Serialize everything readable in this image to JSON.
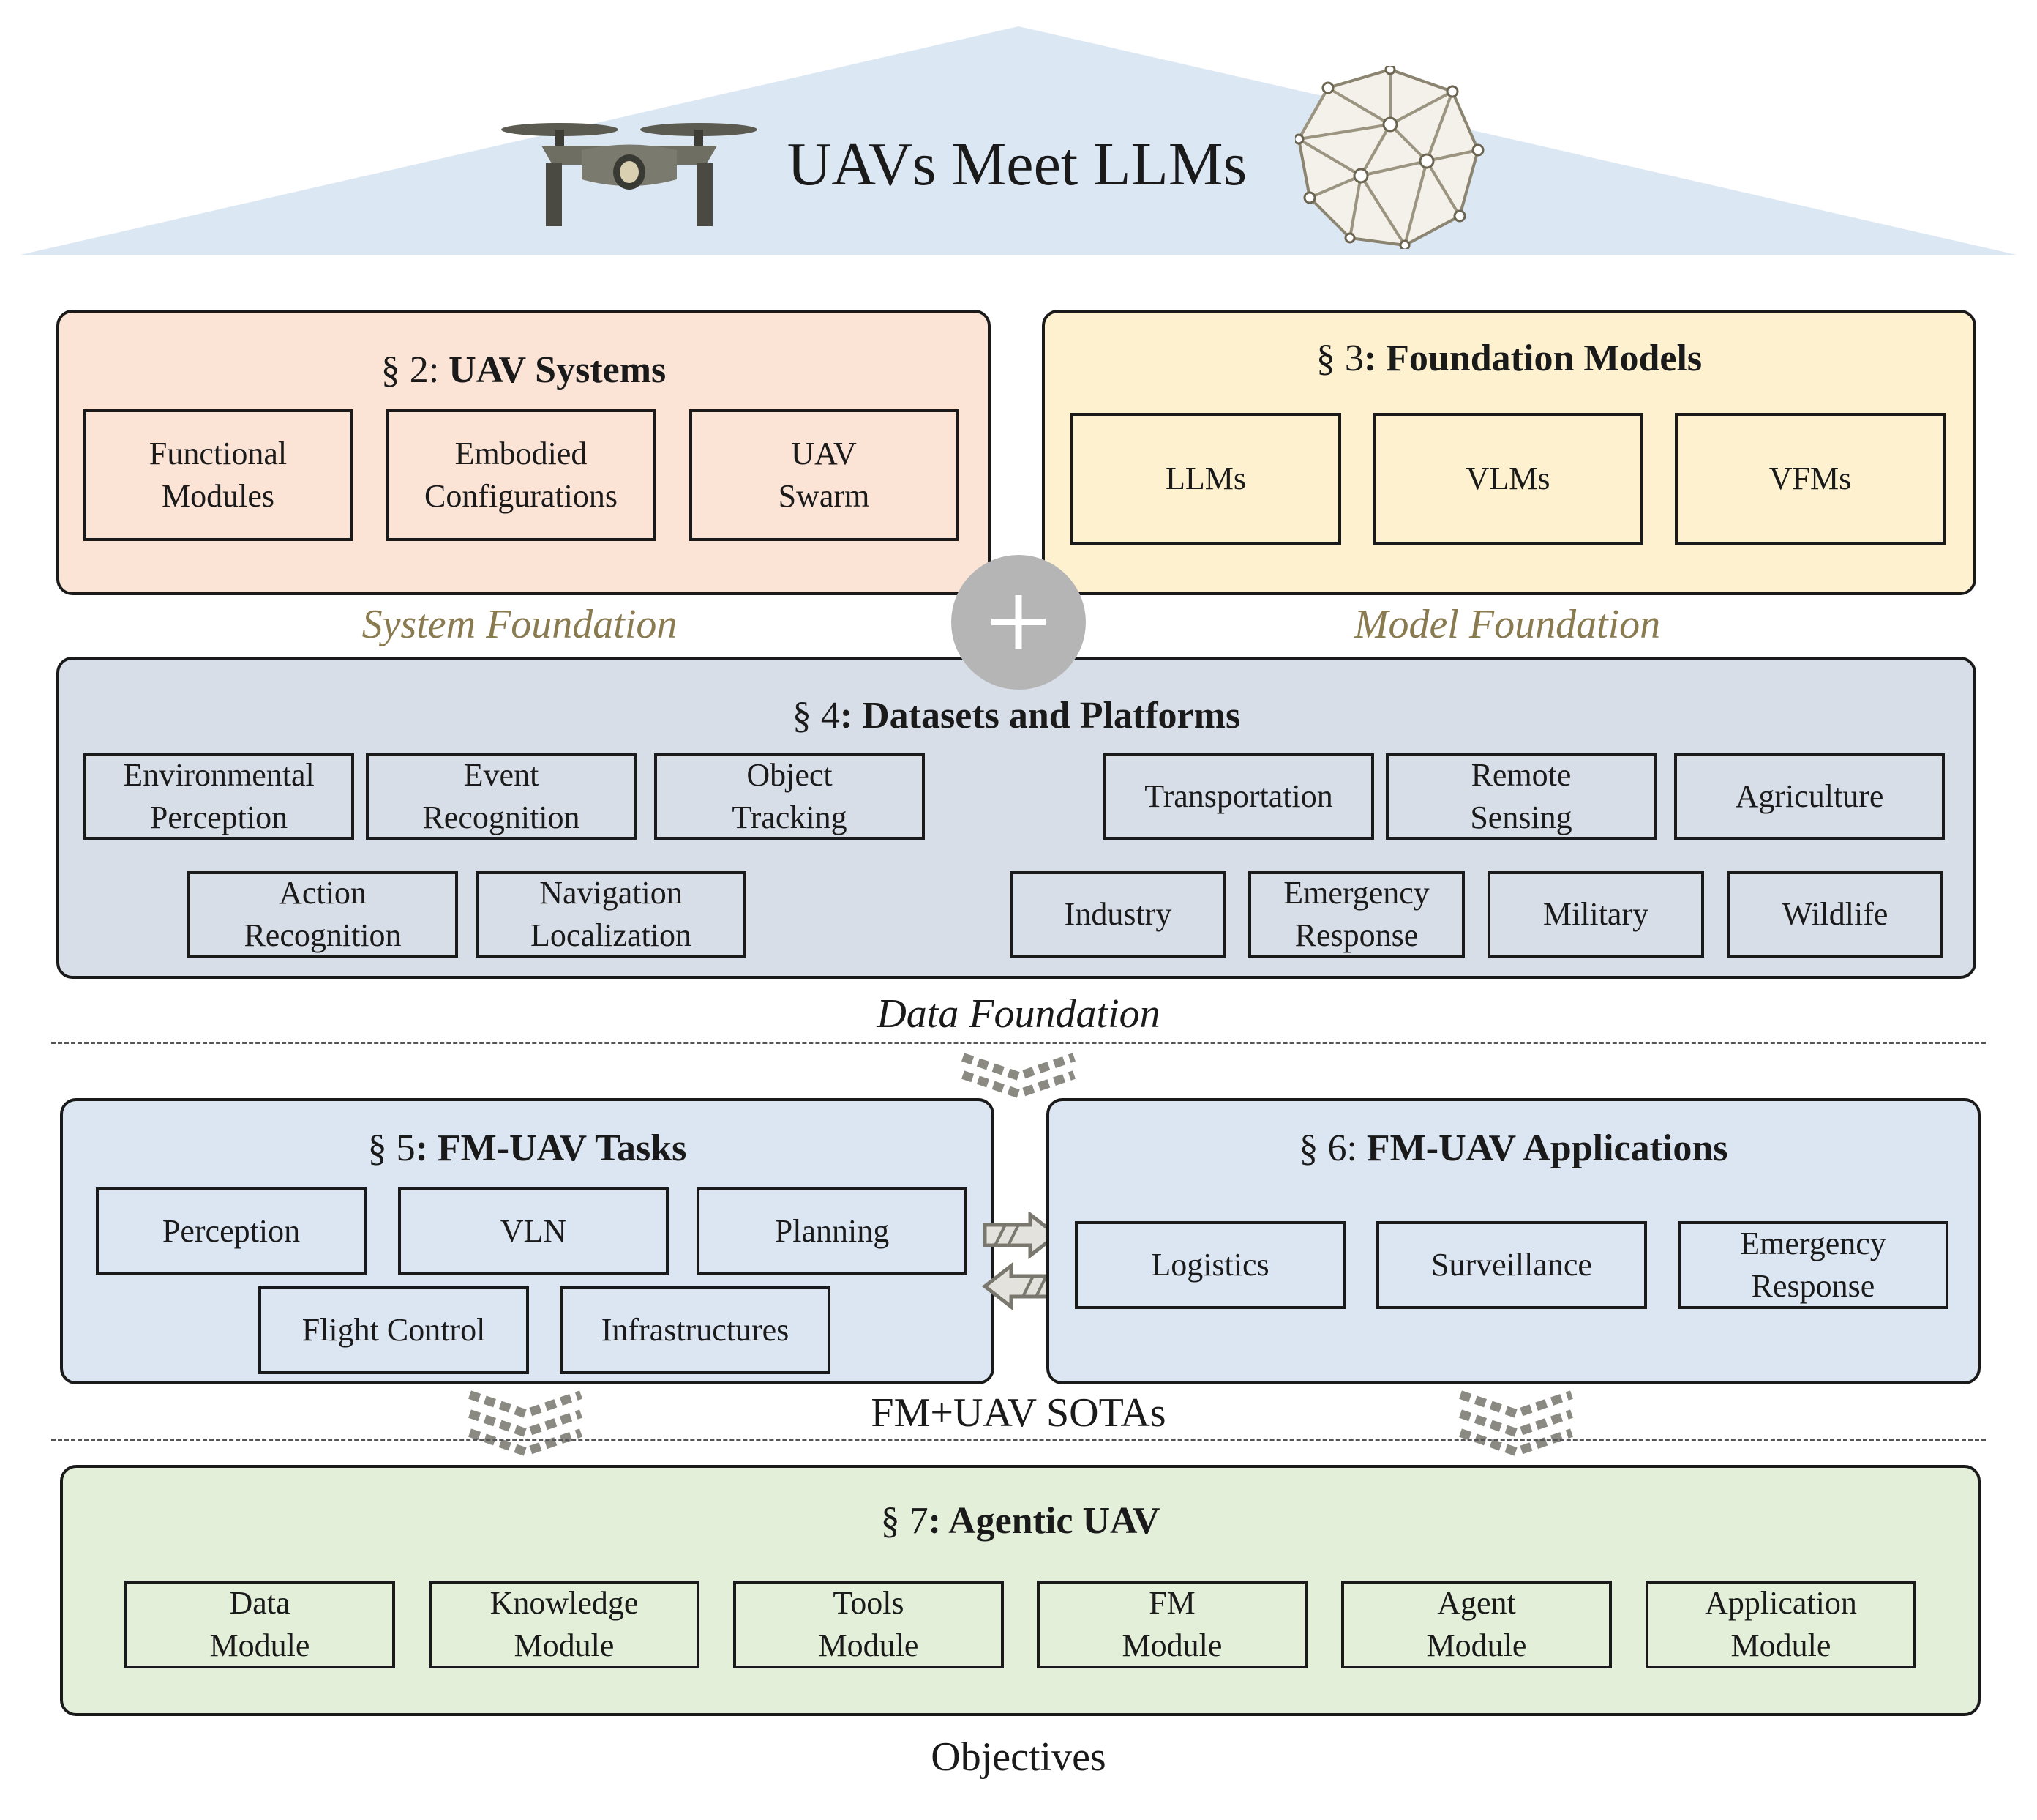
{
  "title": "UAVs Meet LLMs",
  "colors": {
    "roof": "#dce7f4",
    "uav_systems_bg": "#fbe3d6",
    "foundation_models_bg": "#fdf1cf",
    "datasets_bg": "#d8dee8",
    "tasks_bg": "#dce6f3",
    "agentic_bg": "#e3efd9",
    "foundation_label": "#8a7a50",
    "plus_circle": "#b5b5b5",
    "chevron": "#8a8a82"
  },
  "icons": [
    "drone-icon",
    "neural-network-sphere-icon",
    "plus-icon",
    "chevron-down-icon",
    "bidirectional-arrow-icon"
  ],
  "uav_systems": {
    "section": "§ 2:",
    "name": "UAV Systems",
    "items": [
      "Functional\nModules",
      "Embodied\nConfigurations",
      "UAV\nSwarm"
    ]
  },
  "foundation_models": {
    "section": "§ 3",
    "name": ": Foundation Models",
    "items": [
      "LLMs",
      "VLMs",
      "VFMs"
    ]
  },
  "system_foundation": "System Foundation",
  "model_foundation": "Model Foundation",
  "datasets": {
    "section": "§ 4",
    "name": ": Datasets and Platforms",
    "tasks_row1": [
      "Environmental\nPerception",
      "Event\nRecognition",
      "Object\nTracking"
    ],
    "tasks_row2": [
      "Action\nRecognition",
      "Navigation\nLocalization"
    ],
    "domains_row1": [
      "Transportation",
      "Remote\nSensing",
      "Agriculture"
    ],
    "domains_row2": [
      "Industry",
      "Emergency\nResponse",
      "Military",
      "Wildlife"
    ]
  },
  "data_foundation": "Data Foundation",
  "tasks": {
    "section": "§ 5",
    "name": ": FM-UAV Tasks",
    "row1": [
      "Perception",
      "VLN",
      "Planning"
    ],
    "row2": [
      "Flight Control",
      "Infrastructures"
    ]
  },
  "applications": {
    "section": "§ 6:",
    "name": "FM-UAV Applications",
    "items": [
      "Logistics",
      "Surveillance",
      "Emergency\nResponse"
    ]
  },
  "sotas_label": "FM+UAV SOTAs",
  "agentic": {
    "section": "§ 7",
    "name": ": Agentic UAV",
    "items": [
      "Data\nModule",
      "Knowledge\nModule",
      "Tools\nModule",
      "FM\nModule",
      "Agent\nModule",
      "Application\nModule"
    ]
  },
  "objectives": "Objectives"
}
